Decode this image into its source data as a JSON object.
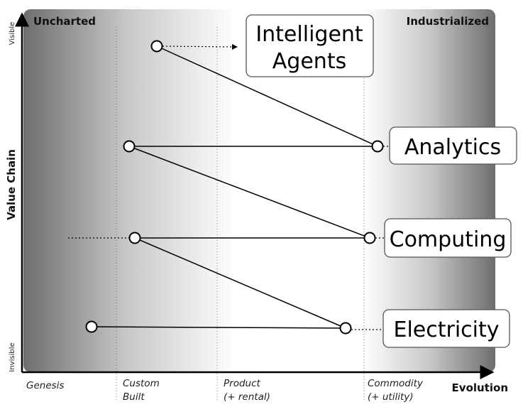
{
  "corners": {
    "uncharted": "Uncharted",
    "industrialized": "Industrialized"
  },
  "axes": {
    "y_title": "Value Chain",
    "y_top": "Visible",
    "y_bottom": "Invisible",
    "x_title": "Evolution"
  },
  "stages": {
    "genesis": "Genesis",
    "custom_line1": "Custom",
    "custom_line2": "Built",
    "product_line1": "Product",
    "product_line2": "(+ rental)",
    "commodity_line1": "Commodity",
    "commodity_line2": "(+ utility)"
  },
  "components": {
    "agents_line1": "Intelligent",
    "agents_line2": "Agents",
    "analytics": "Analytics",
    "computing": "Computing",
    "electricity": "Electricity"
  },
  "colors": {
    "gradient_dark": "#6e6e6e",
    "gradient_light": "#ffffff",
    "line": "#000000"
  }
}
